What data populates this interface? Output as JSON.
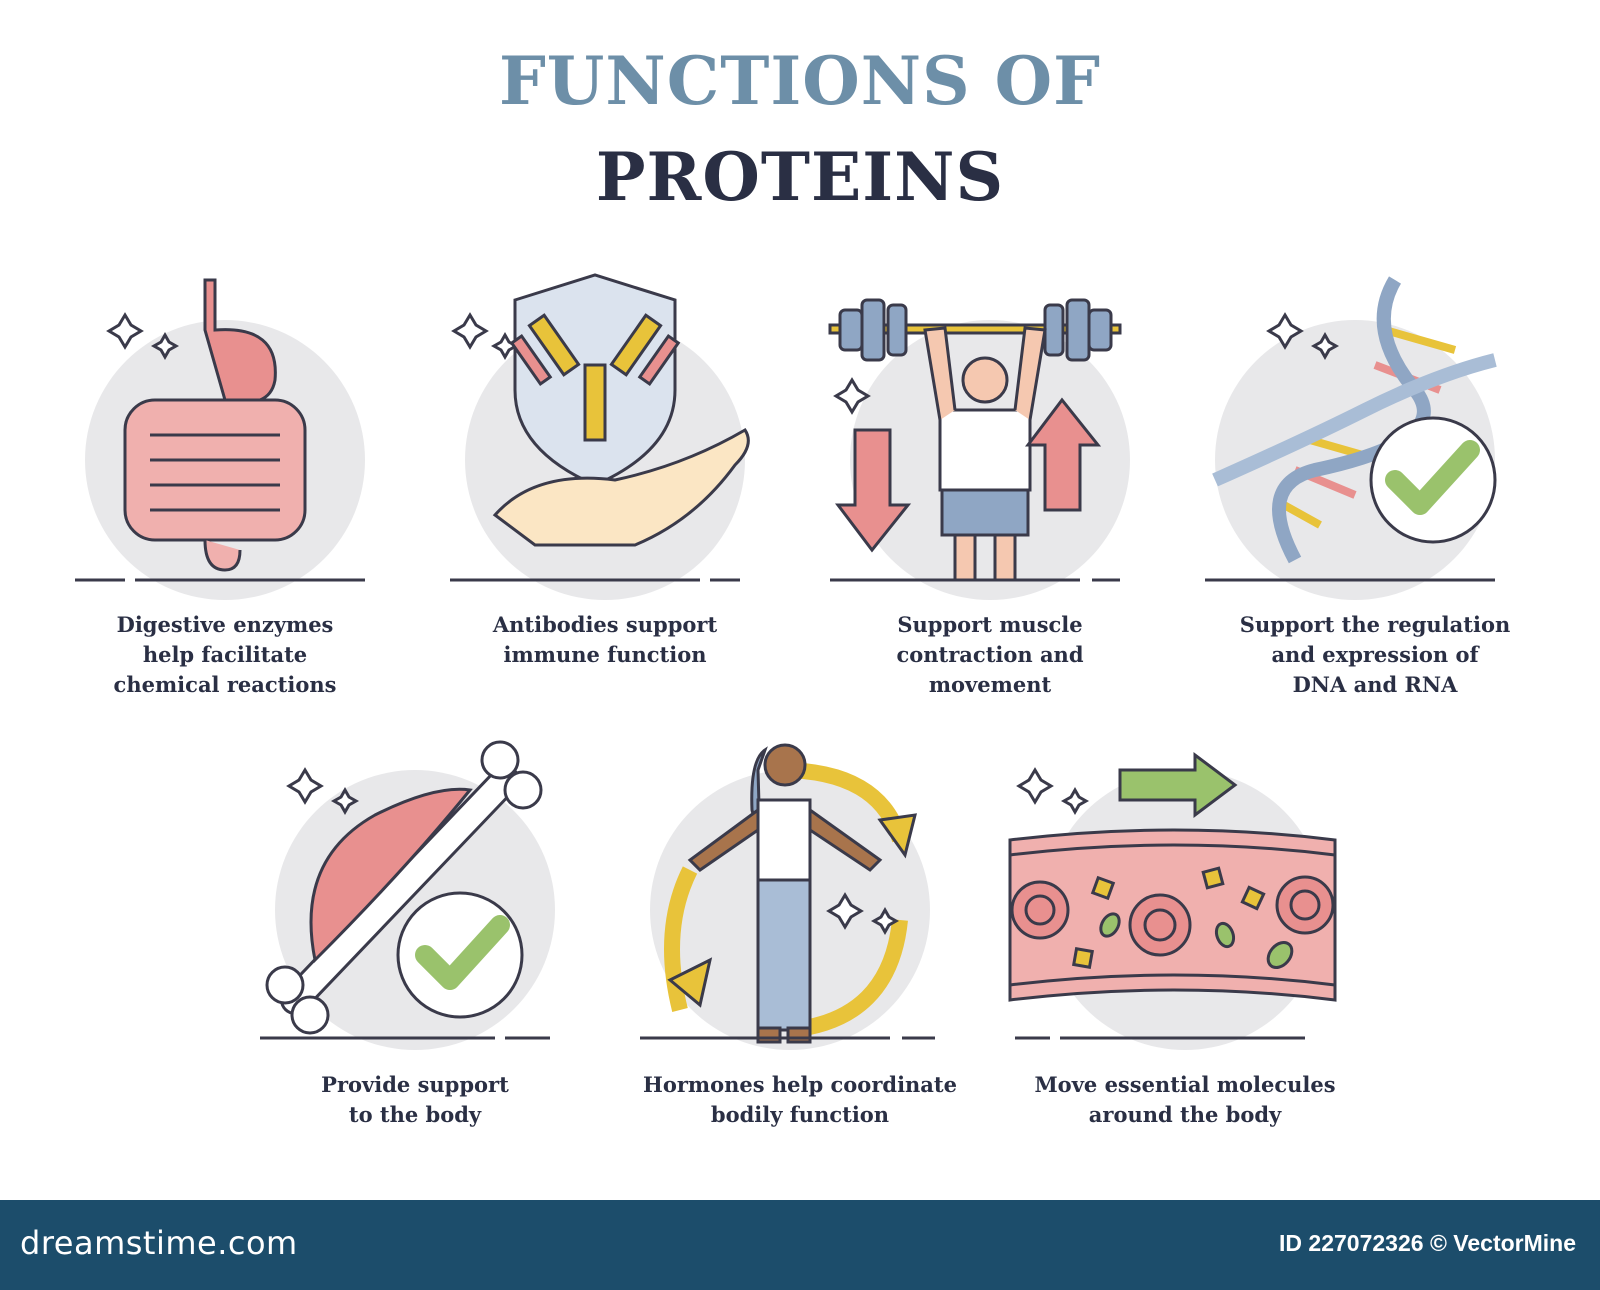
{
  "title": {
    "line1": "FUNCTIONS OF",
    "line2": "PROTEINS"
  },
  "functions": [
    {
      "icon": "digestive-system-icon",
      "caption": [
        "Digestive enzymes",
        "help facilitate",
        "chemical reactions"
      ]
    },
    {
      "icon": "antibody-shield-icon",
      "caption": [
        "Antibodies support",
        "immune function"
      ]
    },
    {
      "icon": "weightlifter-icon",
      "caption": [
        "Support muscle",
        "contraction and",
        "movement"
      ]
    },
    {
      "icon": "dna-check-icon",
      "caption": [
        "Support the regulation",
        "and expression of",
        "DNA and RNA"
      ]
    },
    {
      "icon": "muscle-bone-icon",
      "caption": [
        "Provide support",
        "to the body"
      ]
    },
    {
      "icon": "hormone-cycle-icon",
      "caption": [
        "Hormones help coordinate",
        "bodily function"
      ]
    },
    {
      "icon": "blood-vessel-transport-icon",
      "caption": [
        "Move essential molecules",
        "around the body"
      ]
    }
  ],
  "footer": {
    "brand": "dreamstime.com",
    "credit": "ID 227072326 © VectorMine"
  },
  "colors": {
    "title_light": "#6d8fa8",
    "title_dark": "#2a2f44",
    "pink": "#e8908f",
    "green": "#9ac26c",
    "yellow": "#e8c33a",
    "blue": "#8fa6c4",
    "footer": "#1c4d6b"
  }
}
